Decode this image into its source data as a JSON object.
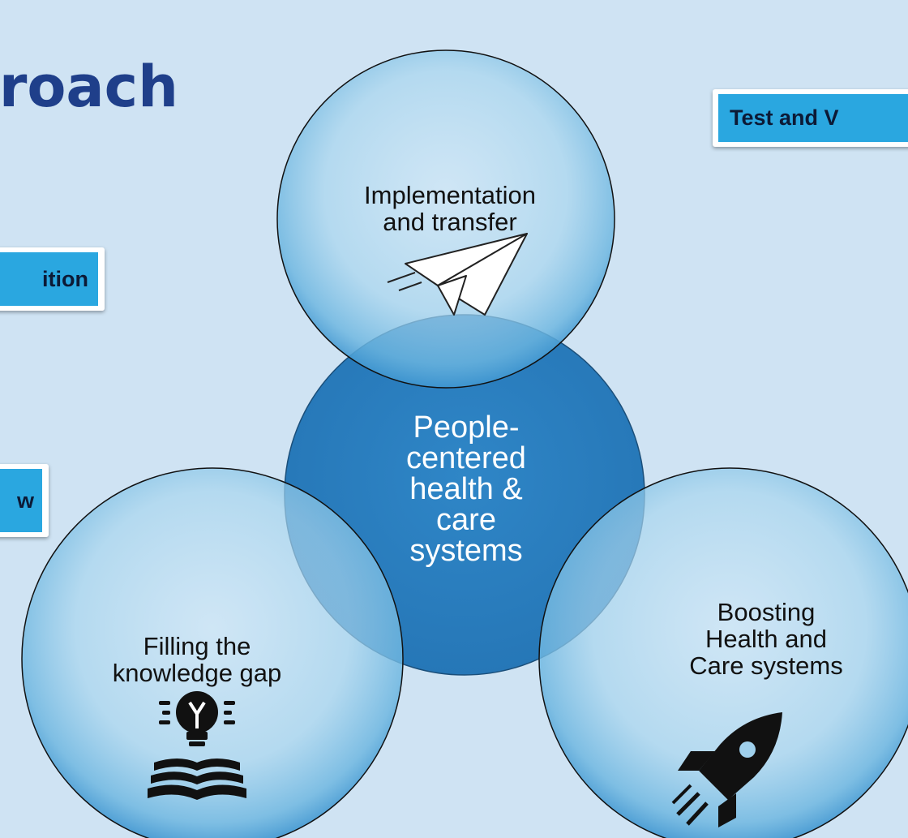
{
  "title": "roach",
  "tags": {
    "left_top": "ition",
    "left_bottom": "w",
    "right": "Test and V"
  },
  "colors": {
    "background": "#cfe3f3",
    "title": "#1f3f8a",
    "tag_fill": "#2aa7e0",
    "center_circle": "#2f86c7",
    "outer_circle": "#9fd0ec"
  },
  "circles": {
    "center": {
      "label": "People-\ncentered\nhealth &\ncare\nsystems"
    },
    "top": {
      "label": "Implementation\nand transfer",
      "icon": "paper-plane-icon"
    },
    "left": {
      "label": "Filling the\nknowledge gap",
      "icon": "lightbulb-book-icon"
    },
    "right": {
      "label": "Boosting\nHealth and\nCare systems",
      "icon": "rocket-icon"
    }
  }
}
